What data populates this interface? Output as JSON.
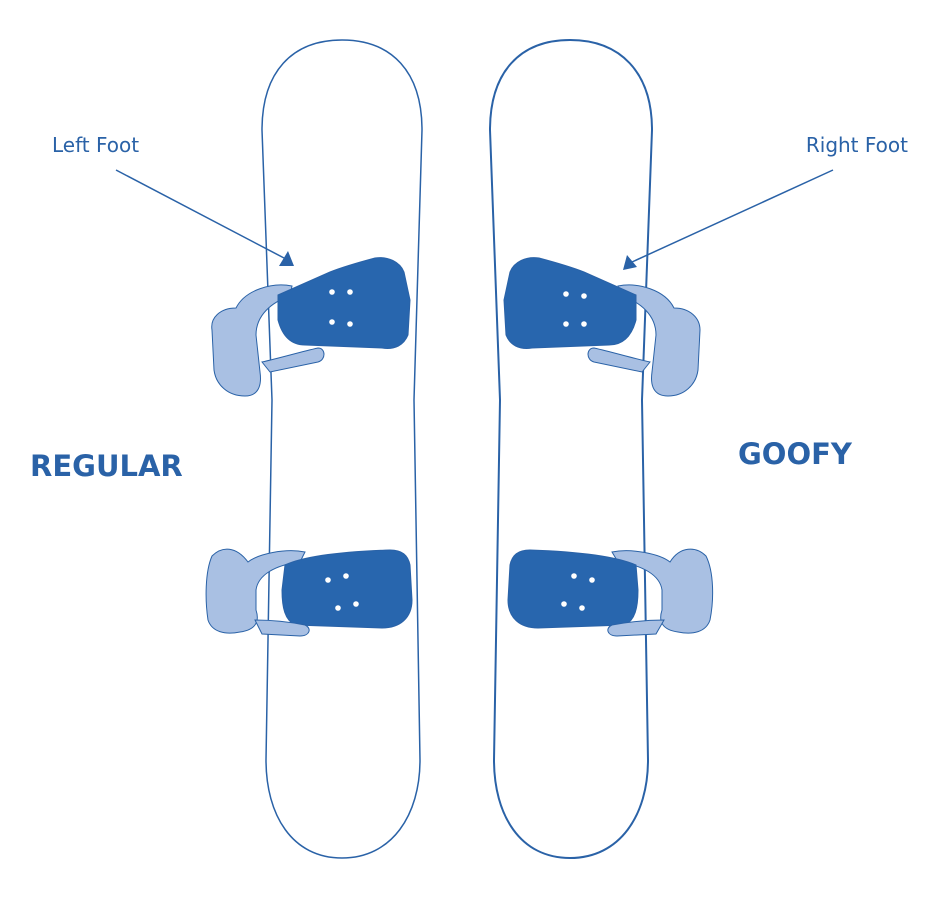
{
  "labels": {
    "left_foot": "Left Foot",
    "right_foot": "Right Foot",
    "regular": "REGULAR",
    "goofy": "GOOFY"
  },
  "colors": {
    "board_outline": "#2a62a7",
    "binding_base": "#2866ae",
    "binding_strap": "#a9c0e3",
    "text": "#2a62a7",
    "screw_holes": "#ffffff"
  },
  "icons": {
    "board": "snowboard",
    "binding": "snowboard-binding",
    "arrow": "arrow-pointer"
  }
}
